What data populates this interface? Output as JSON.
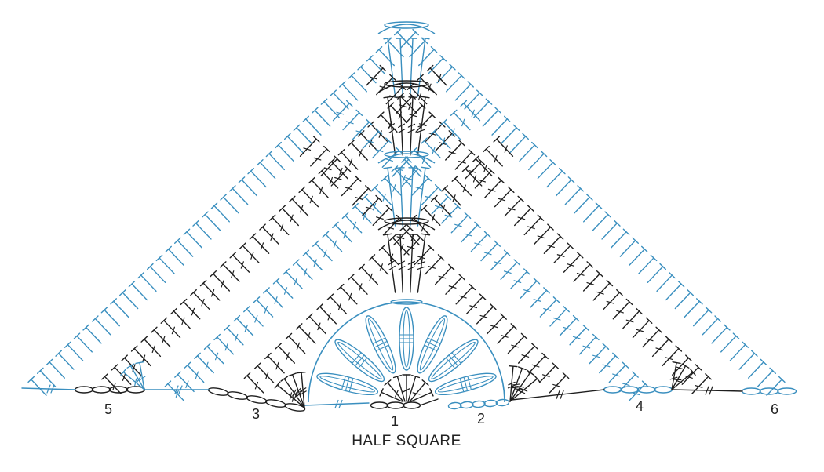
{
  "diagram": {
    "title": "HALF SQUARE",
    "row_labels": [
      "1",
      "2",
      "3",
      "4",
      "5",
      "6"
    ],
    "colors": {
      "blue": "#3a8fbf",
      "black": "#1e1e1e"
    }
  }
}
